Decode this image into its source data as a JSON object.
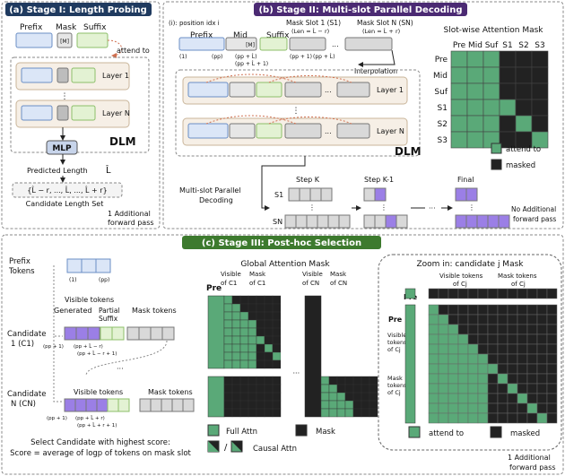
{
  "stage1": {
    "title": "(a) Stage I: Length Probing",
    "prefix": "Prefix",
    "mask": "Mask",
    "suffix": "Suffix",
    "mask_token": "[M]",
    "attend_to": "attend to",
    "layer1": "Layer 1",
    "layerN": "Layer N",
    "dlm": "DLM",
    "mlp": "MLP",
    "predicted_length": "Predicted Length",
    "length_symbol": "L̂",
    "candidate_set": "{L̂ − r, ..., L̂, ..., L̂ + r}",
    "candidate_set_label": "Candidate Length Set",
    "extra_pass_1": "1 Additional",
    "extra_pass_2": "forward pass"
  },
  "stage2": {
    "title": "(b) Stage II: Multi-slot Parallel Decoding",
    "position_note": "(i): position idx i",
    "prefix": "Prefix",
    "mid": "Mid",
    "mid_token": "[M]",
    "suffix": "Suffix",
    "slot1": "Mask Slot 1 (S1)",
    "slot1_len": "(Len = L̂ − r)",
    "slotN": "Mask Slot N (SN)",
    "slotN_len": "(Len = L̂ + r)",
    "interpolation": "Interpolation",
    "idx_1": "(1)",
    "idx_pp": "(pp)",
    "idx_a": "(pp + L̂)",
    "idx_b": "(pp + L̂ + 1)",
    "idx_c": "(pp + 1)",
    "idx_d": "(pp + L̂)",
    "layer1": "Layer 1",
    "layerN": "Layer N",
    "dlm": "DLM",
    "decoding_label_1": "Multi-slot Parallel",
    "decoding_label_2": "Decoding",
    "step_k": "Step K",
    "step_k1": "Step K-1",
    "final": "Final",
    "s1": "S1",
    "sn": "SN",
    "no_extra_1": "No Additional",
    "no_extra_2": "forward pass",
    "mask_title": "Slot-wise Attention Mask",
    "mask_cols": [
      "Pre",
      "Mid",
      "Suf",
      "S1",
      "S2",
      "S3"
    ],
    "mask_rows": [
      "Pre",
      "Mid",
      "Suf",
      "S1",
      "S2",
      "S3"
    ],
    "mask_matrix": [
      [
        1,
        1,
        1,
        0,
        0,
        0
      ],
      [
        1,
        1,
        1,
        0,
        0,
        0
      ],
      [
        1,
        1,
        1,
        0,
        0,
        0
      ],
      [
        1,
        1,
        1,
        1,
        0,
        0
      ],
      [
        1,
        1,
        1,
        0,
        1,
        0
      ],
      [
        1,
        1,
        1,
        0,
        0,
        1
      ]
    ],
    "legend_attend": "attend to",
    "legend_masked": "masked"
  },
  "stage3": {
    "title": "(c) Stage III: Post-hoc Selection",
    "prefix_tokens_1": "Prefix",
    "prefix_tokens_2": "Tokens",
    "visible_tokens": "Visible tokens",
    "generated": "Generated",
    "partial_1": "Partial",
    "partial_2": "Suffix",
    "mask_tokens": "Mask tokens",
    "cand1_1": "Candidate",
    "cand1_2": "1 (C1)",
    "candN_1": "Candidate",
    "candN_2": "N (CN)",
    "idx_1": "(1)",
    "idx_pp": "(pp)",
    "idx_c1a": "(pp + 1)",
    "idx_c1b": "(pp + L̂ − r)",
    "idx_c1c": "(pp + L̂ − r + 1)",
    "idx_cna": "(pp + 1)",
    "idx_cnb": "(pp + L̂ + r)",
    "idx_cnc": "(pp + L̂ + r + 1)",
    "select_1": "Select Candidate with highest score:",
    "select_2": "Score = average of logp of tokens on mask slot",
    "gmask_title": "Global Attention Mask",
    "pre": "Pre",
    "vis_c1_1": "Visible",
    "vis_c1_2": "of C1",
    "mask_c1_1": "Mask",
    "mask_c1_2": "of C1",
    "vis_cn_1": "Visible",
    "vis_cn_2": "of CN",
    "mask_cn_1": "Mask",
    "mask_cn_2": "of CN",
    "full_attn": "Full Attn",
    "mask_legend": "Mask",
    "causal_attn": "Causal Attn",
    "zoom_title": "Zoom in: candidate j Mask",
    "zoom_vis_1": "Visible tokens",
    "zoom_vis_2": "of Cj",
    "zoom_mask_1": "Mask tokens",
    "zoom_mask_2": "of Cj",
    "zoom_pre": "Pre",
    "zoom_vis_row": [
      "Visible",
      "tokens",
      "of Cj"
    ],
    "zoom_mask_row": [
      "Mask",
      "tokens",
      "of Cj"
    ],
    "legend_attend": "attend to",
    "legend_masked": "masked",
    "extra_pass_1": "1 Additional",
    "extra_pass_2": "forward pass"
  }
}
